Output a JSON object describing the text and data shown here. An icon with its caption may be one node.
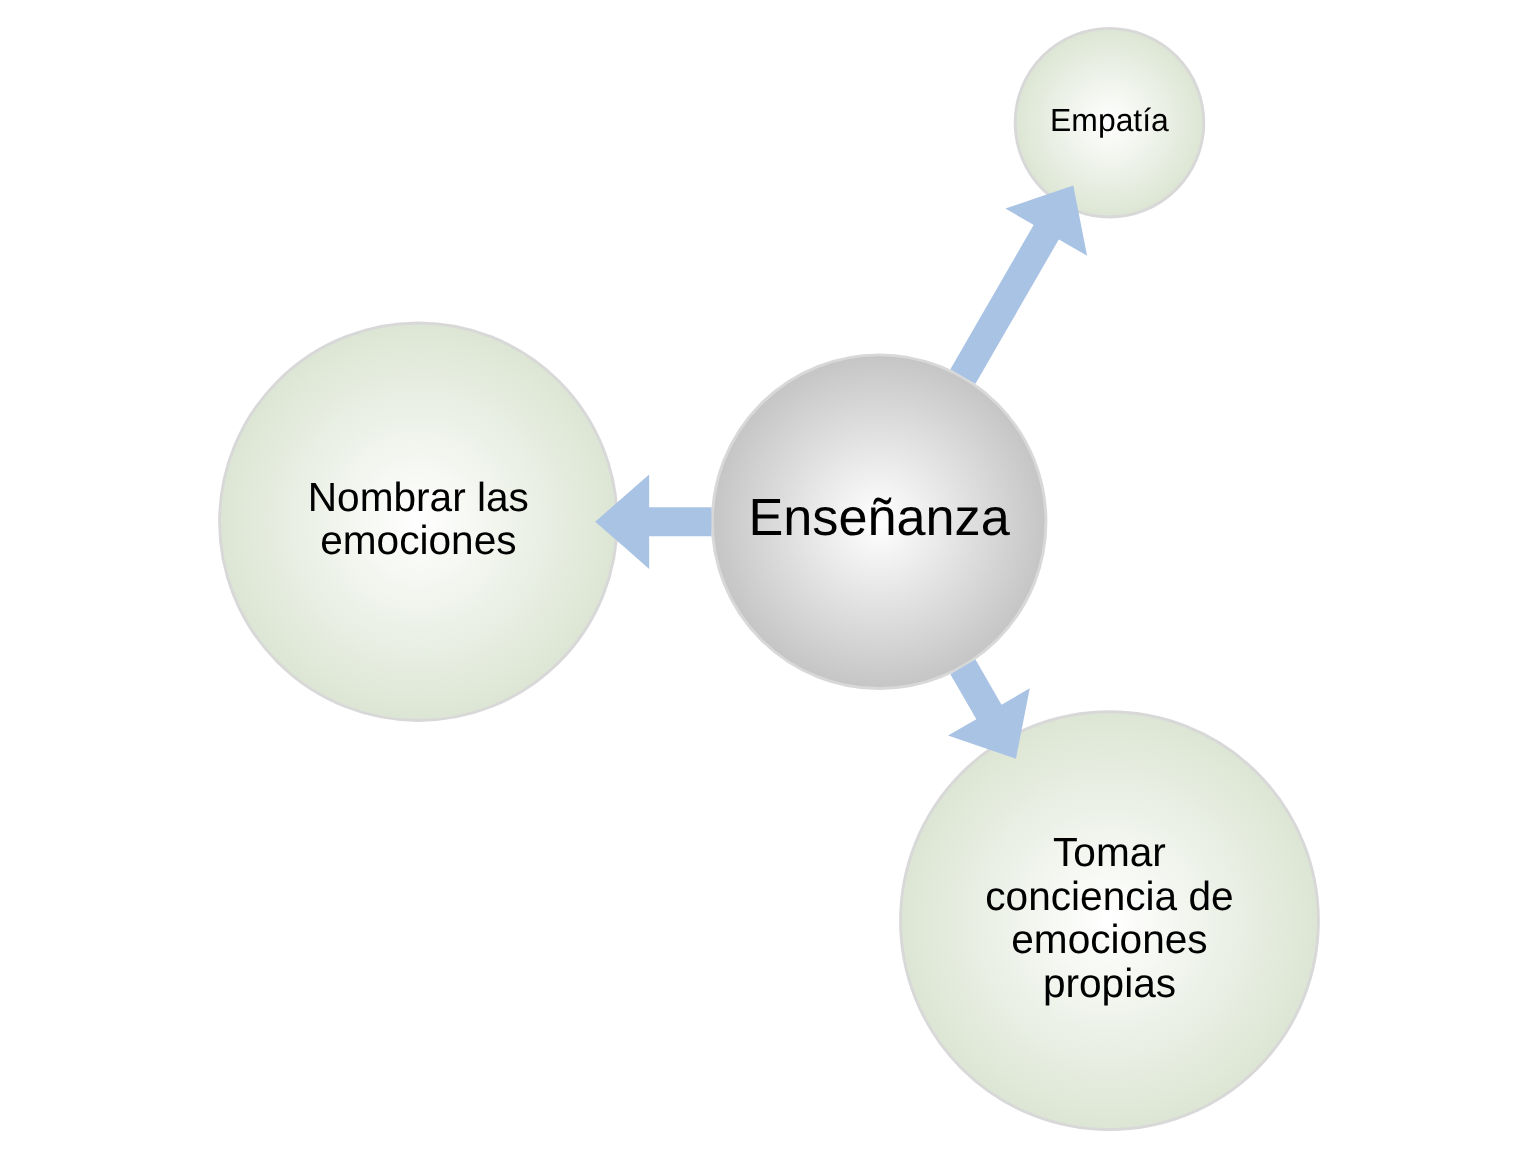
{
  "diagram": {
    "nodes": [
      {
        "text": [
          "Empatía"
        ]
      },
      {
        "text": [
          "Nombrar las emociones"
        ]
      },
      {
        "text": [
          "Enseñanza"
        ]
      },
      {
        "text": [
          "Tomar conciencia de emociones propias"
        ]
      }
    ],
    "edges": [
      {
        "from": 2,
        "to": 0,
        "arrow": "to"
      },
      {
        "from": 2,
        "to": 1,
        "arrow": "to"
      },
      {
        "from": 2,
        "to": 3,
        "arrow": "to"
      }
    ]
  }
}
